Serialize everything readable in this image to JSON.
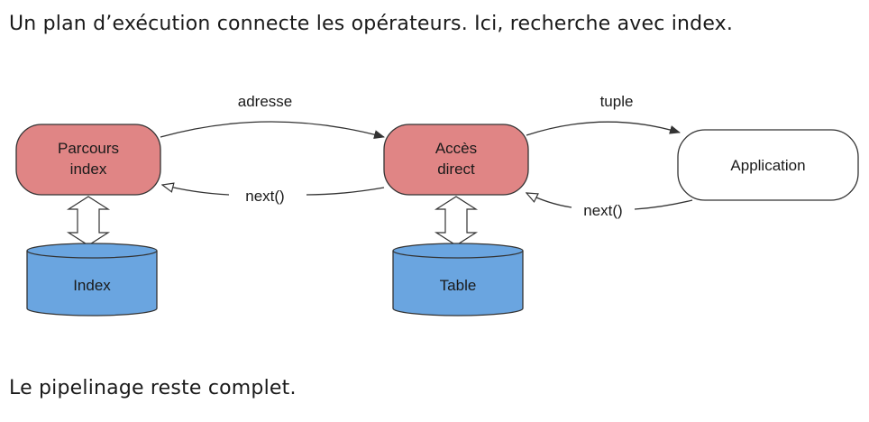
{
  "intro_text": "Un plan d’exécution connecte les opérateurs. Ici, recherche avec index.",
  "outro_text": "Le pipelinage reste complet.",
  "diagram": {
    "operators": {
      "index_scan": [
        "Parcours",
        "index"
      ],
      "direct_access": [
        "Accès",
        "direct"
      ],
      "application": "Application"
    },
    "stores": {
      "index": "Index",
      "table": "Table"
    },
    "edges": {
      "address": "adresse",
      "tuple": "tuple",
      "next_1": "next()",
      "next_2": "next()"
    }
  },
  "colors": {
    "operator_fill": "#e08585",
    "store_fill": "#6aa5e0",
    "application_fill": "#ffffff",
    "stroke": "#333333"
  }
}
